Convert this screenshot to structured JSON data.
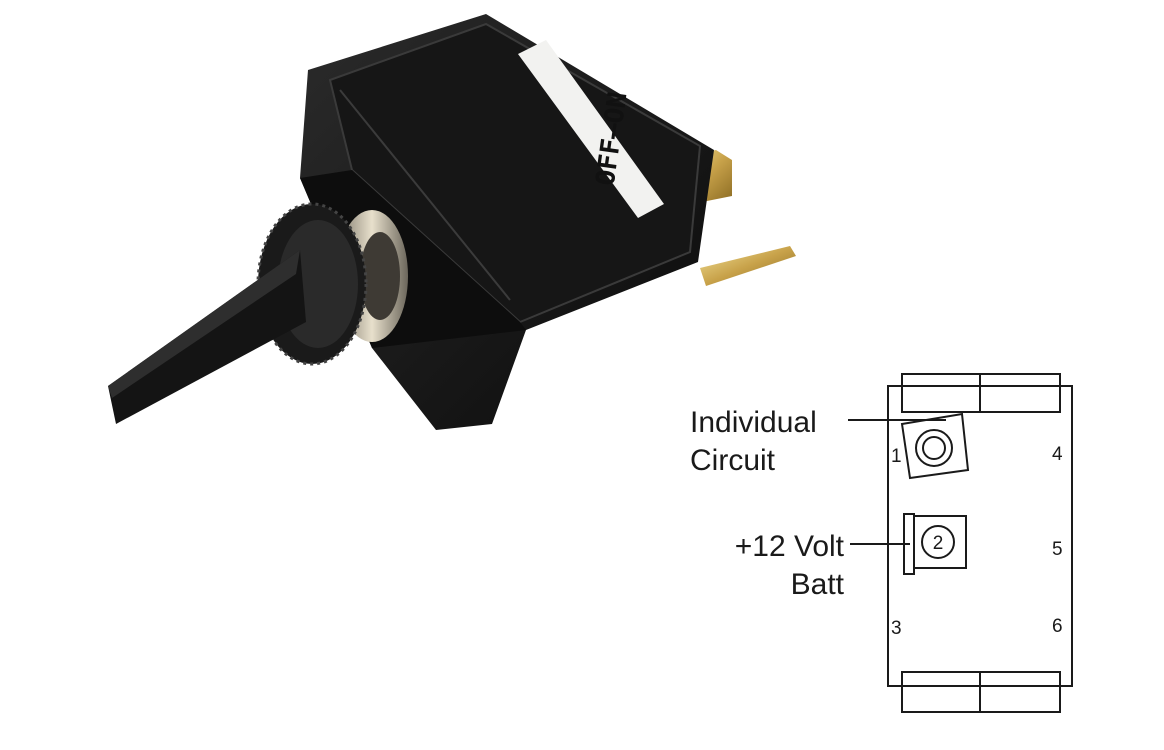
{
  "switch_photo": {
    "label_text": "OFF—ON"
  },
  "wiring_diagram": {
    "callouts": [
      {
        "lines": [
          "Individual",
          "Circuit"
        ]
      },
      {
        "lines": [
          "+12 Volt",
          "Batt"
        ]
      }
    ],
    "terminal_numbers": [
      "1",
      "2",
      "3",
      "4",
      "5",
      "6"
    ]
  }
}
